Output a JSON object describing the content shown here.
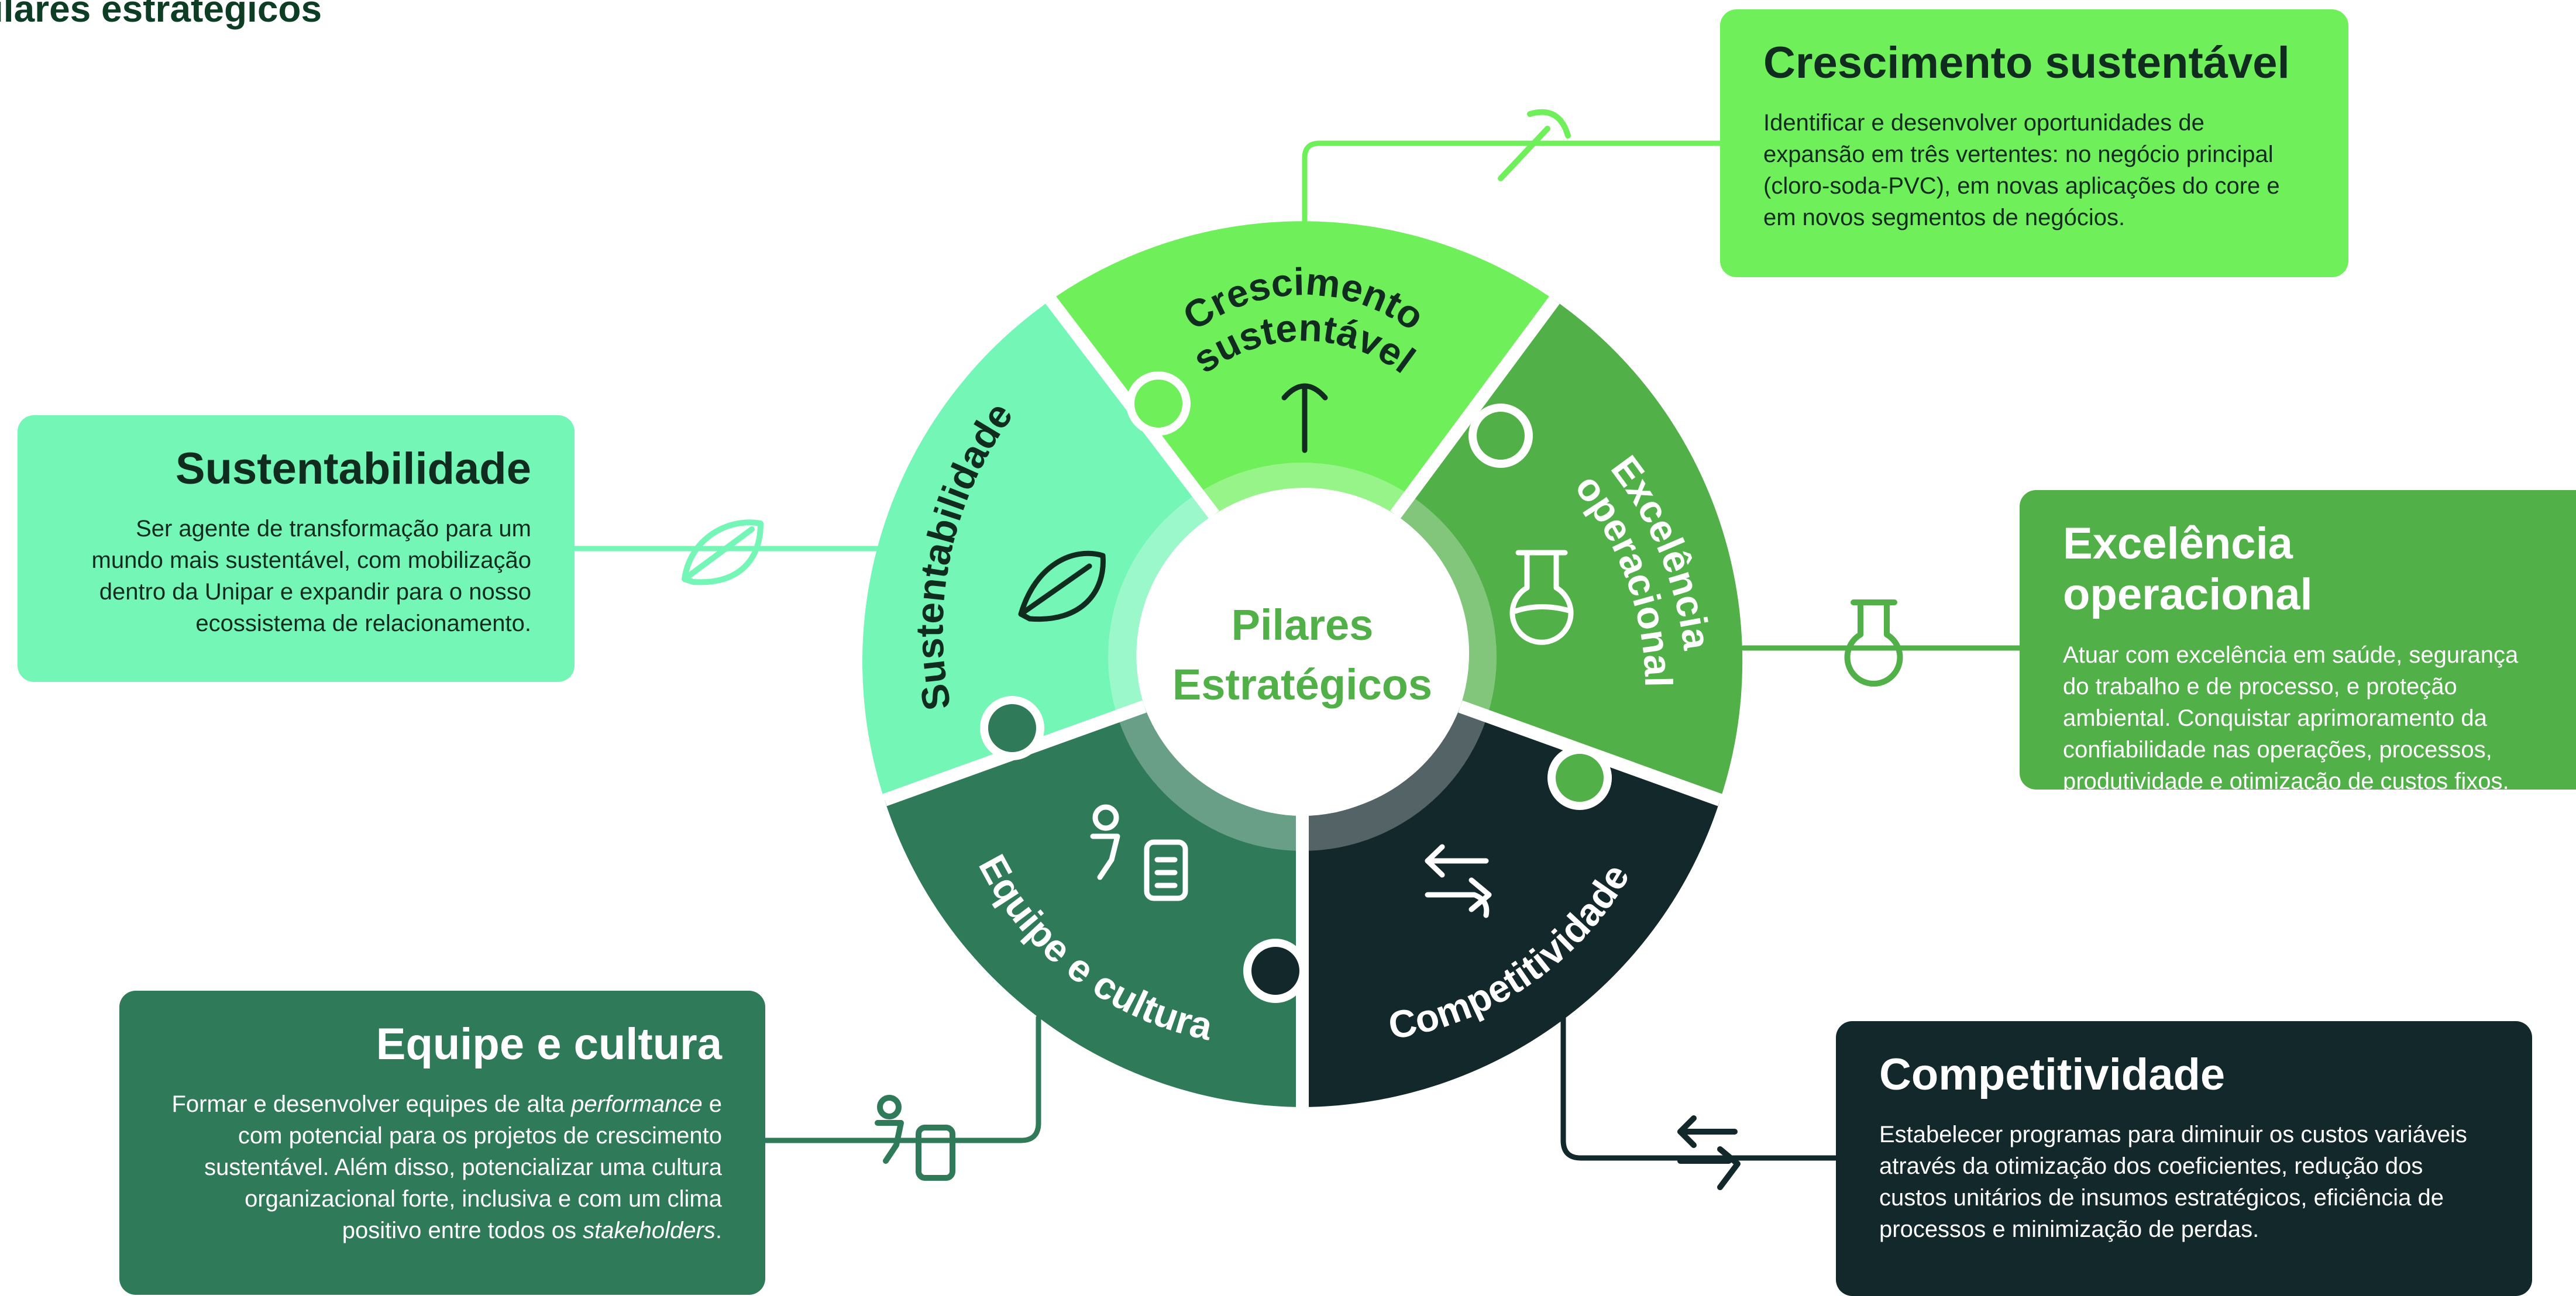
{
  "page_title": "ilares estratégicos",
  "center": {
    "line1": "Pilares",
    "line2": "Estratégicos"
  },
  "ring_labels": {
    "crescimento_1": "Crescimento",
    "crescimento_2": "sustentável",
    "sustentabilidade": "Sustentabilidade",
    "excelencia_1": "Excelência",
    "excelencia_2": "operacional",
    "equipe": "Equipe e cultura",
    "competitividade": "Competitividade"
  },
  "cards": {
    "crescimento": {
      "title": "Crescimento sustentável",
      "text": "Identificar e desenvolver oportunidades de expansão em três vertentes: no negócio principal (cloro-soda-PVC), em novas aplicações do core e em novos segmentos de negócios."
    },
    "sustentabilidade": {
      "title": "Sustentabilidade",
      "text": "Ser agente de transformação para um mundo mais sustentável, com mobilização dentro da Unipar e expandir para o nosso ecossistema de relacionamento."
    },
    "excelencia": {
      "title": "Excelência operacional",
      "text": "Atuar com excelência em saúde, segurança do trabalho e de processo, e proteção ambiental. Conquistar aprimoramento da confiabilidade nas operações, processos, produtividade e otimização de custos fixos."
    },
    "equipe": {
      "title": "Equipe e cultura",
      "text_1": "Formar e desenvolver equipes de alta ",
      "text_em1": "performance",
      "text_2": " e com potencial para os projetos de crescimento sustentável. Além disso, potencializar uma cultura organizacional forte, inclusiva e com um clima positivo entre todos os ",
      "text_em2": "stakeholders",
      "text_3": "."
    },
    "competitividade": {
      "title": "Competitividade",
      "text": "Estabelecer programas para diminuir os custos variáveis através da otimização dos coeficientes, redução dos custos unitários de insumos estratégicos, eficiência de processos e minimização de perdas."
    }
  },
  "colors": {
    "crescimento": "#6ff05b",
    "sustentabilidade": "#73f6b6",
    "excelencia": "#52b048",
    "equipe": "#2f7a58",
    "competitividade": "#13282b",
    "center_text": "#52b048",
    "title_text": "#0e3d26"
  },
  "icons": {
    "crescimento": "arrow-up-icon",
    "sustentabilidade": "leaf-icon",
    "excelencia": "flask-icon",
    "equipe": "person-document-icon",
    "competitividade": "exchange-arrows-icon"
  }
}
